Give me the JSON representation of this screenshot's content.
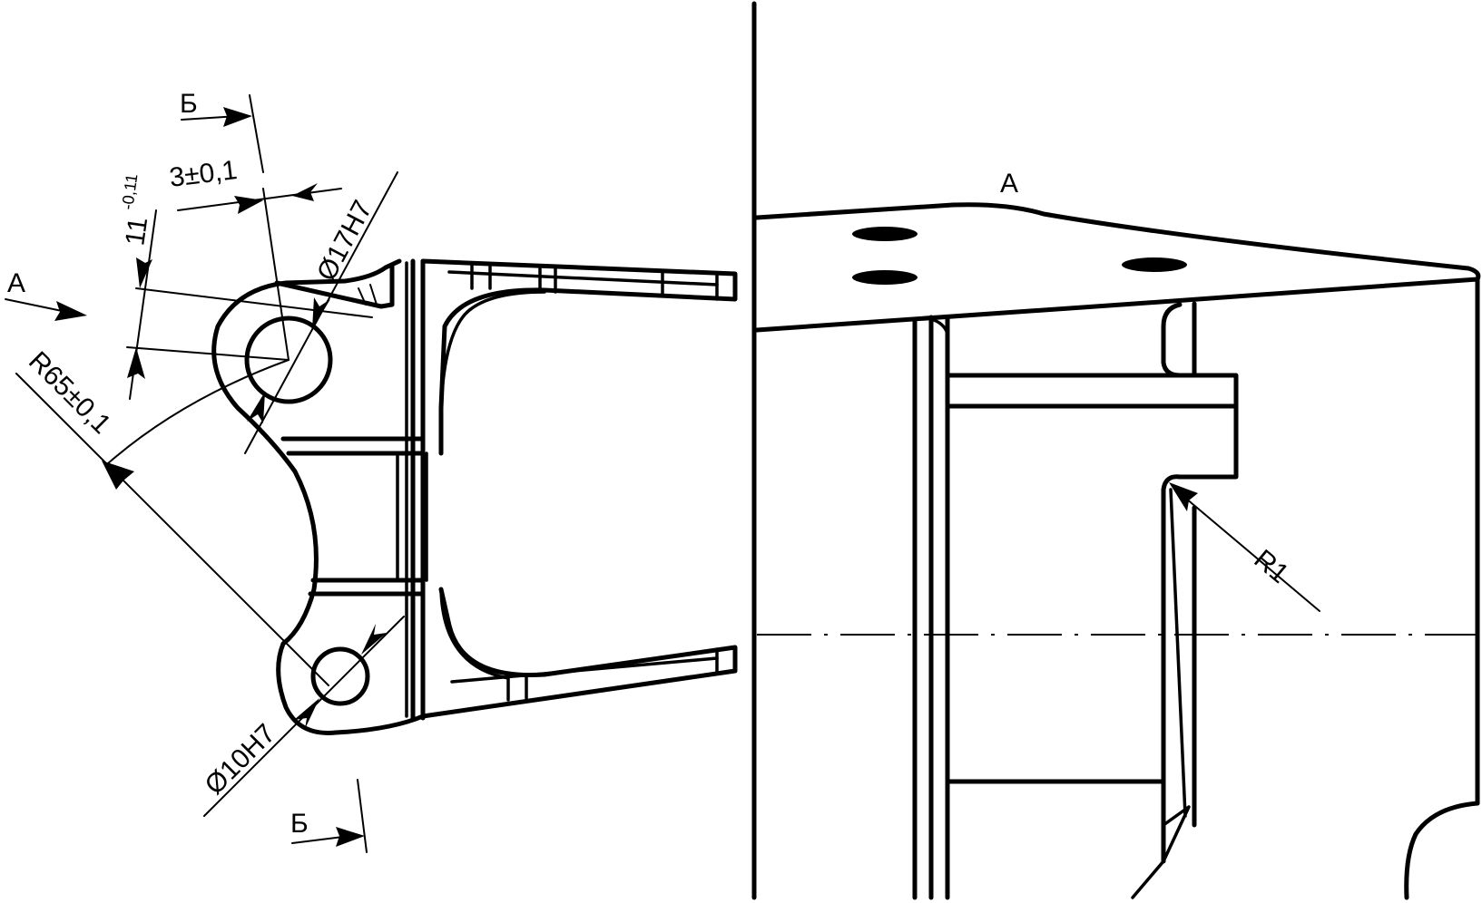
{
  "left_view": {
    "section_marker_top": "Б",
    "section_marker_bottom": "Б",
    "view_marker": "А",
    "dim_offset": "3±0,1",
    "dim_height_base": "11",
    "dim_height_tol": "-0,11",
    "dim_radius": "R65±0,1",
    "dim_large_hole": "Ø17H7",
    "dim_small_hole": "Ø10H7"
  },
  "right_view": {
    "view_title": "А",
    "dim_fillet": "R1"
  }
}
